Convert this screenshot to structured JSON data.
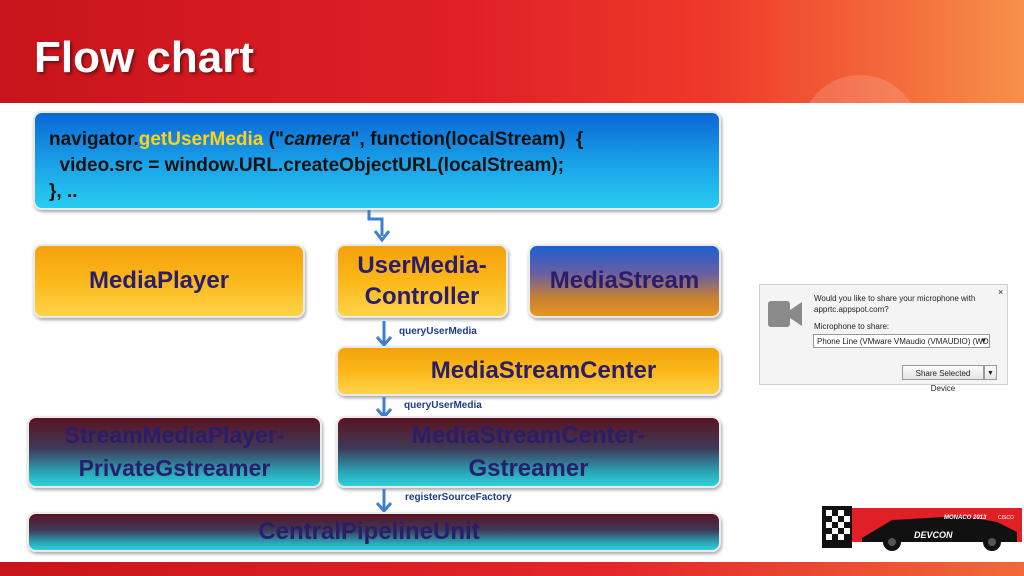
{
  "slide": {
    "title": "Flow chart"
  },
  "code_block": {
    "line1_a": "navigator.",
    "line1_b": "getUserMedia",
    "line1_c": " (\"",
    "line1_d": "camera",
    "line1_e": "\", function(localStream)  {",
    "line2": "  video.src = window.URL.createObjectURL(localStream);",
    "line3": "}, .."
  },
  "nodes": {
    "media_player": "MediaPlayer",
    "user_media_controller_1": "UserMedia-",
    "user_media_controller_2": "Controller",
    "media_stream": "MediaStream",
    "media_stream_center": "MediaStreamCenter",
    "stream_media_player_1": "StreamMediaPlayer-",
    "stream_media_player_2": "PrivateGstreamer",
    "media_stream_center_gst_1": "MediaStreamCenter-",
    "media_stream_center_gst_2": "Gstreamer",
    "central_pipeline_unit": "CentralPipelineUnit"
  },
  "edges": {
    "query1": "queryUserMedia",
    "query2": "queryUserMedia",
    "register": "registerSourceFactory"
  },
  "permission_dialog": {
    "question": "Would you like to share your microphone with apprtc.appspot.com?",
    "close": "×",
    "mic_label": "Microphone to share:",
    "mic_value": "Phone Line (VMware VMaudio (VMAUDIO) (WD...",
    "share_button": "Share Selected Device",
    "camera_icon": "video-camera-icon"
  },
  "logo": {
    "text": "MONACO 2013",
    "brand": "CISCO",
    "name": "DEVCON"
  },
  "colors": {
    "banner": "#e01f26",
    "highlight": "#ffd21a",
    "arrow": "#3f7fd0",
    "edge_label": "#1f3a8a"
  }
}
